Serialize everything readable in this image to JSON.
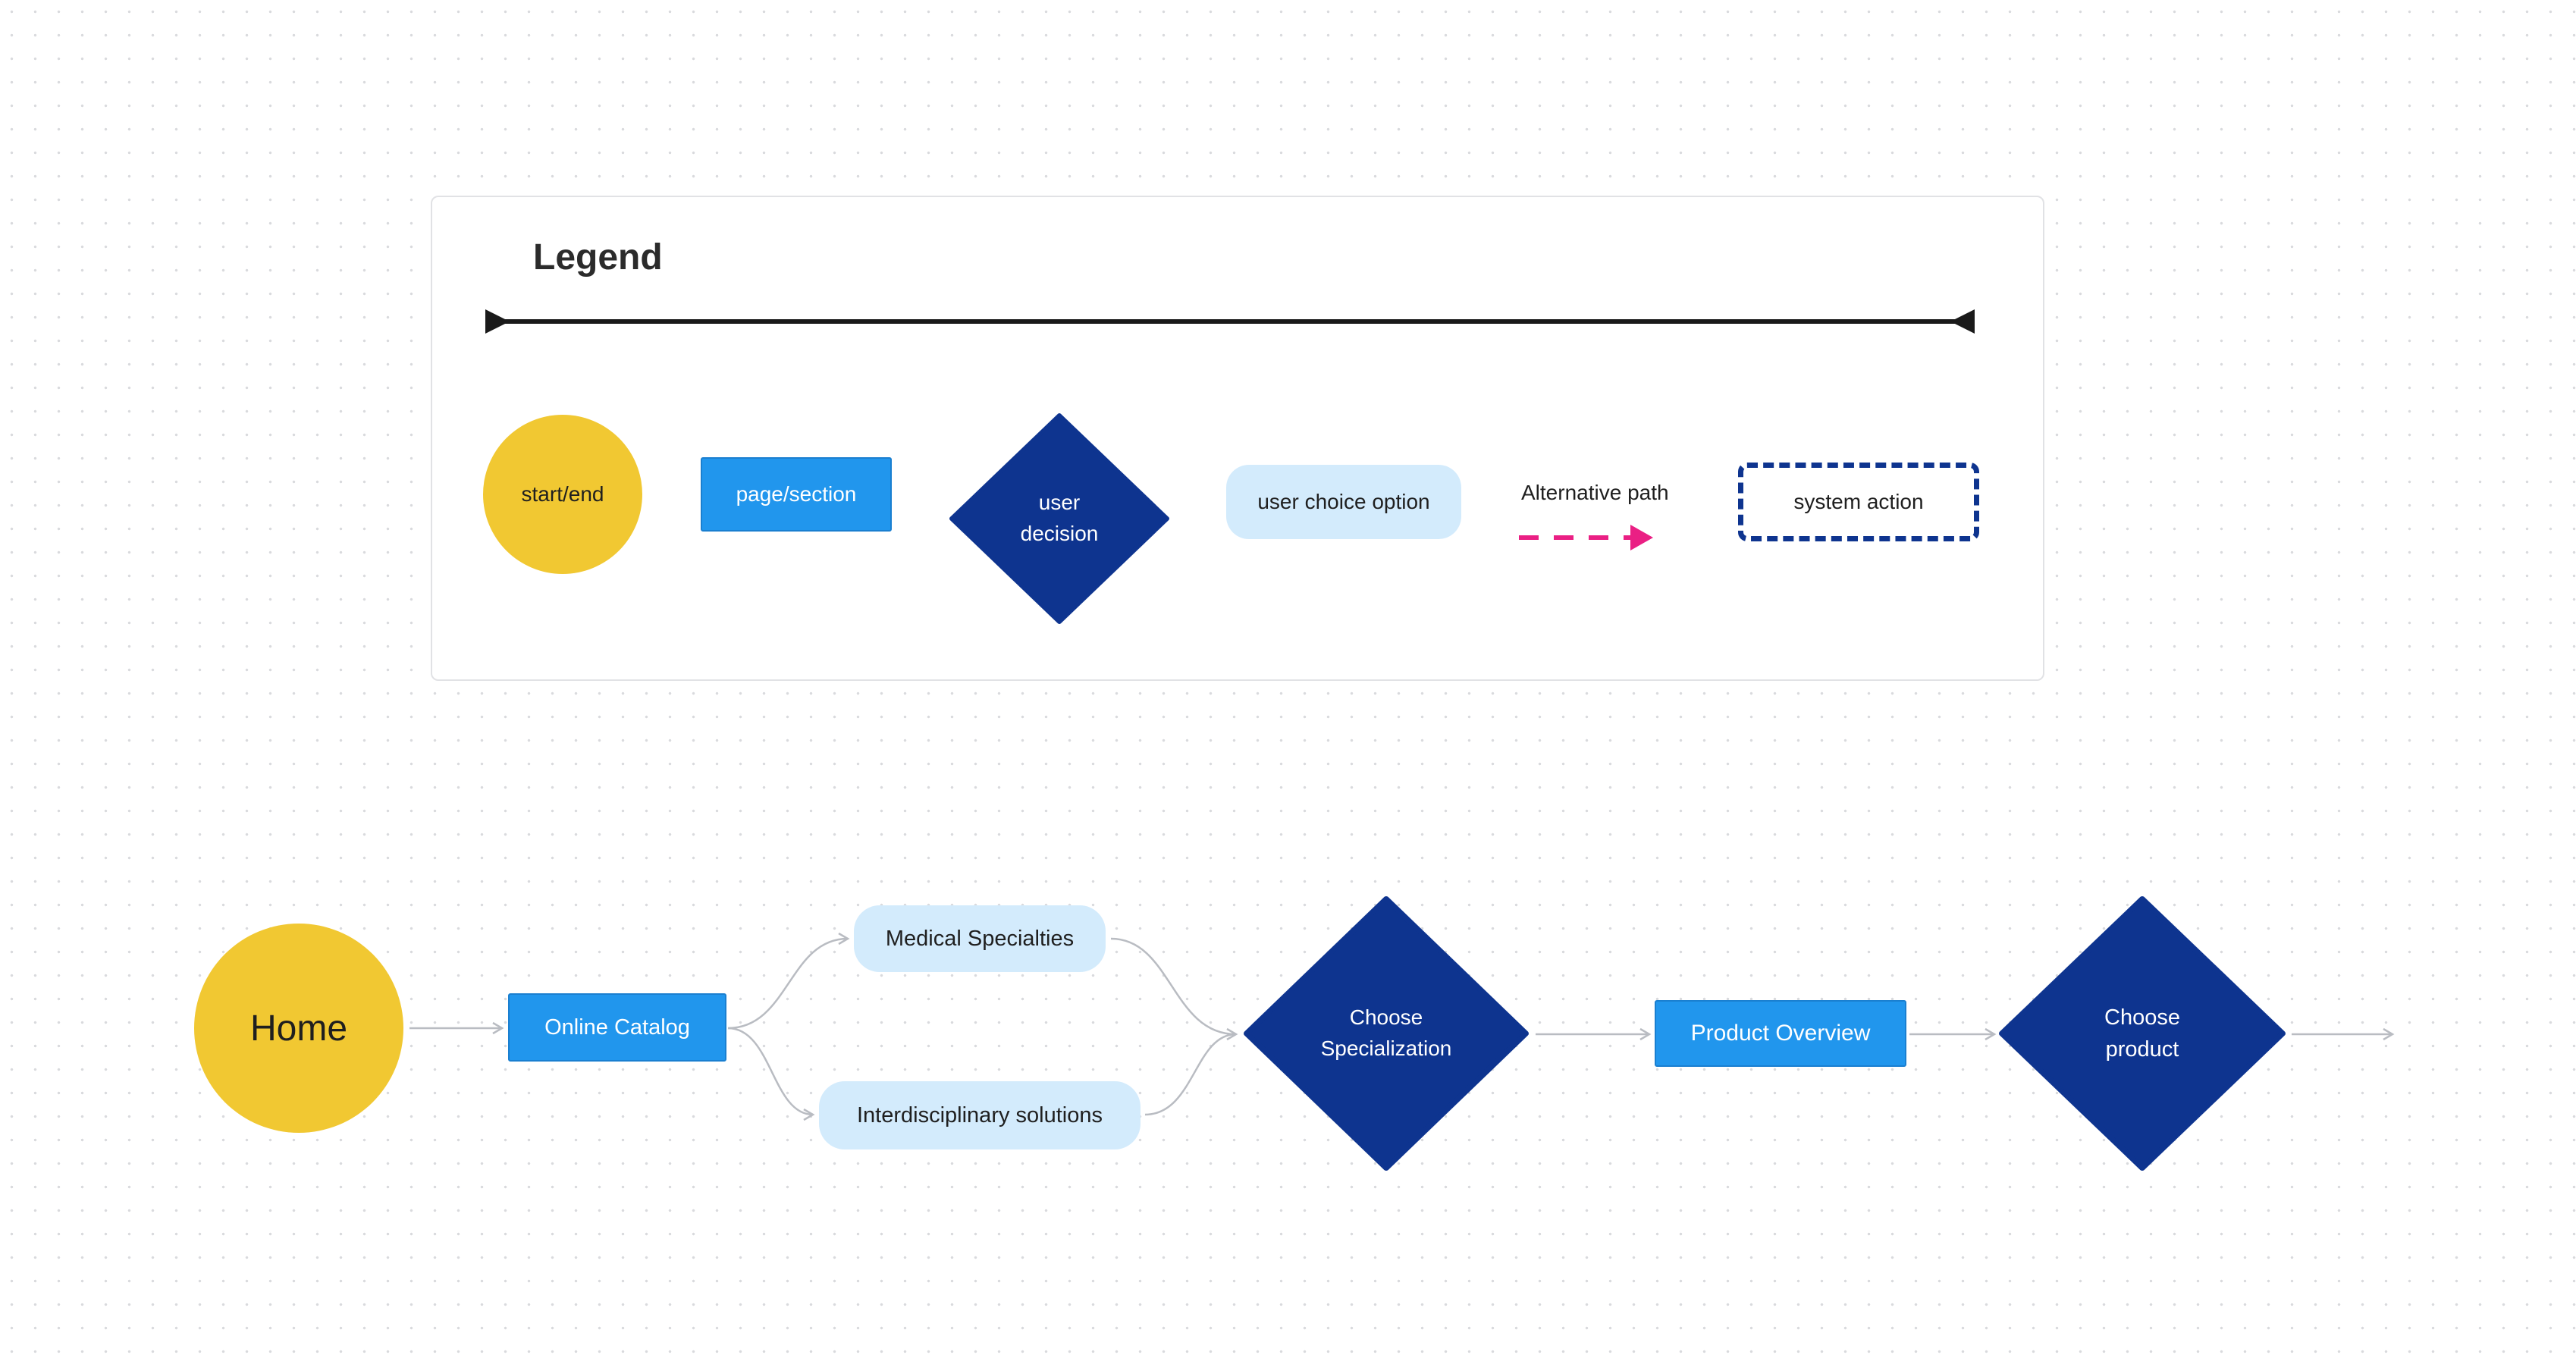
{
  "colors": {
    "start_end": "#f1c832",
    "page_section": "#2196ed",
    "user_decision": "#0e348f",
    "user_choice": "#d3ebfc",
    "alternative_path": "#ea1f84",
    "system_action_border": "#0e348f",
    "connector": "#b9bcc2",
    "legend_line": "#1a1a1a"
  },
  "legend": {
    "title": "Legend",
    "items": {
      "start_end": "start/end",
      "page_section": "page/section",
      "user_decision": "user\ndecision",
      "user_choice": "user choice option",
      "alternative_path": "Alternative path",
      "system_action": "system action"
    }
  },
  "flow": {
    "home": "Home",
    "online_catalog": "Online Catalog",
    "medical_specialties": "Medical Specialties",
    "interdisciplinary_solutions": "Interdisciplinary solutions",
    "choose_specialization": "Choose\nSpecialization",
    "product_overview": "Product Overview",
    "choose_product": "Choose\nproduct"
  }
}
